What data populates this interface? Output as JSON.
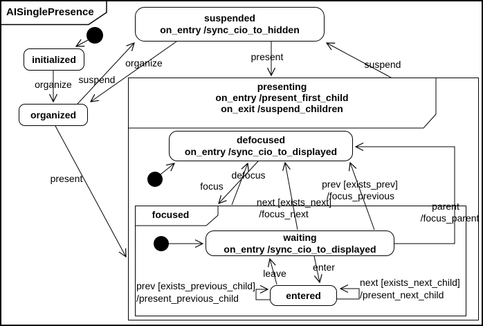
{
  "diagram": {
    "title": "AISinglePresence",
    "colors": {
      "line": "#000000",
      "background": "#ffffff",
      "text": "#000000"
    },
    "states": {
      "suspended": {
        "name": "suspended",
        "entry": "on_entry /sync_cio_to_hidden"
      },
      "initialized": {
        "name": "initialized"
      },
      "organized": {
        "name": "organized"
      },
      "presenting": {
        "name": "presenting",
        "entry": "on_entry /present_first_child",
        "exit": "on_exit /suspend_children"
      },
      "defocused": {
        "name": "defocused",
        "entry": "on_entry /sync_cio_to_displayed"
      },
      "focused": {
        "name": "focused"
      },
      "waiting": {
        "name": "waiting",
        "entry": "on_entry /sync_cio_to_displayed"
      },
      "entered": {
        "name": "entered"
      }
    },
    "labels": {
      "organize_left": "organize",
      "suspend_left": "suspend",
      "organize_right": "organize",
      "present_top": "present",
      "suspend_right": "suspend",
      "present_left": "present",
      "focus": "focus",
      "defocus": "defocus",
      "next_event": "next [exists_next]",
      "next_action": "/focus_next",
      "prev_event": "prev [exists_prev]",
      "prev_action": "/focus_previous",
      "parent_event": "parent",
      "parent_action": "/focus_parent",
      "leave": "leave",
      "enter": "enter",
      "prev_child_event": "prev [exists_previous_child]",
      "prev_child_action": "/present_previous_child",
      "next_child_event": "next [exists_next_child]",
      "next_child_action": "/present_next_child"
    },
    "transitions": [
      {
        "from": "initial",
        "to": "initialized",
        "label": ""
      },
      {
        "from": "initialized",
        "to": "organized",
        "label": "organize"
      },
      {
        "from": "organized",
        "to": "suspended",
        "label": "suspend"
      },
      {
        "from": "suspended",
        "to": "organized",
        "label": "organize"
      },
      {
        "from": "organized",
        "to": "presenting",
        "label": "present"
      },
      {
        "from": "suspended",
        "to": "presenting",
        "label": "present"
      },
      {
        "from": "presenting",
        "to": "suspended",
        "label": "suspend"
      },
      {
        "from": "initial",
        "to": "defocused",
        "label": ""
      },
      {
        "from": "defocused",
        "to": "focused",
        "label": "focus"
      },
      {
        "from": "focused",
        "to": "defocused",
        "label": "defocus"
      },
      {
        "from": "waiting",
        "to": "defocused",
        "label": "next [exists_next] /focus_next"
      },
      {
        "from": "waiting",
        "to": "defocused",
        "label": "prev [exists_prev] /focus_previous"
      },
      {
        "from": "waiting",
        "to": "defocused",
        "label": "parent /focus_parent"
      },
      {
        "from": "initial",
        "to": "waiting",
        "label": ""
      },
      {
        "from": "waiting",
        "to": "entered",
        "label": "enter"
      },
      {
        "from": "entered",
        "to": "waiting",
        "label": "leave"
      },
      {
        "from": "entered",
        "to": "entered",
        "label": "prev [exists_previous_child] /present_previous_child"
      },
      {
        "from": "entered",
        "to": "entered",
        "label": "next [exists_next_child] /present_next_child"
      }
    ]
  }
}
